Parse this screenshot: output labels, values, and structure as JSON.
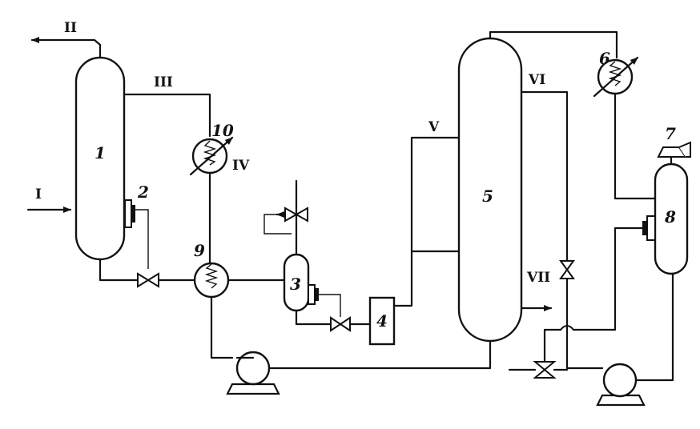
{
  "labels": {
    "unit_1": "1",
    "unit_2": "2",
    "unit_3": "3",
    "unit_4": "4",
    "unit_5": "5",
    "unit_6": "6",
    "unit_7": "7",
    "unit_8": "8",
    "unit_9": "9",
    "unit_10": "10",
    "stream_I": "I",
    "stream_II": "II",
    "stream_III": "III",
    "stream_IV": "IV",
    "stream_V": "V",
    "stream_VI": "VI",
    "stream_VII": "VII"
  }
}
